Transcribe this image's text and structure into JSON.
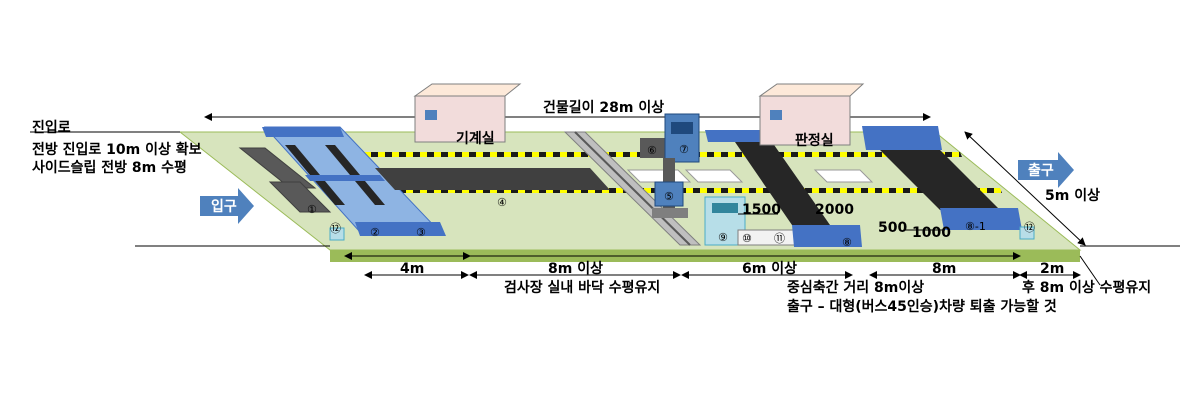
{
  "labels": {
    "entry_road": "진입로",
    "front_entry": "전방 진입로 10m 이상 확보",
    "side_slip": "사이드슬립 전방 8m 수평",
    "entrance": "입구",
    "exit": "출구",
    "building_length": "건물길이 28m 이상",
    "machine_room": "기계실",
    "judge_room": "판정실",
    "exit_width": "5m 이상",
    "dim_1500": "1500",
    "dim_2000": "2000",
    "dim_500": "500",
    "dim_1000": "1000",
    "dim_4m": "4m",
    "dim_8m_min": "8m 이상",
    "dim_6m_min": "6m 이상",
    "dim_8m": "8m",
    "dim_2m": "2m",
    "floor_level": "검사장 실내 바닥 수평유지",
    "center_axis": "중심축간 거리 8m이상",
    "exit_bus": "출구 – 대형(버스45인승)차량 퇴출 가능할 것",
    "rear_level": "후 8m 이상 수평유지"
  },
  "markers": {
    "m1": "①",
    "m2": "②",
    "m3": "③",
    "m4": "④",
    "m5": "⑤",
    "m6": "⑥",
    "m7": "⑦",
    "m8": "⑧",
    "m8_1": "⑧-1",
    "m9": "⑨",
    "m10": "⑩",
    "m11": "⑪",
    "m12a": "⑫",
    "m12b": "⑫"
  },
  "colors": {
    "floor": "#d7e4bd",
    "floor_edge": "#9bbb59",
    "equipment_blue": "#4472c4",
    "pit_dark": "#262626",
    "arrow_blue": "#4f81bd",
    "stripe_yellow": "#ffff00"
  }
}
